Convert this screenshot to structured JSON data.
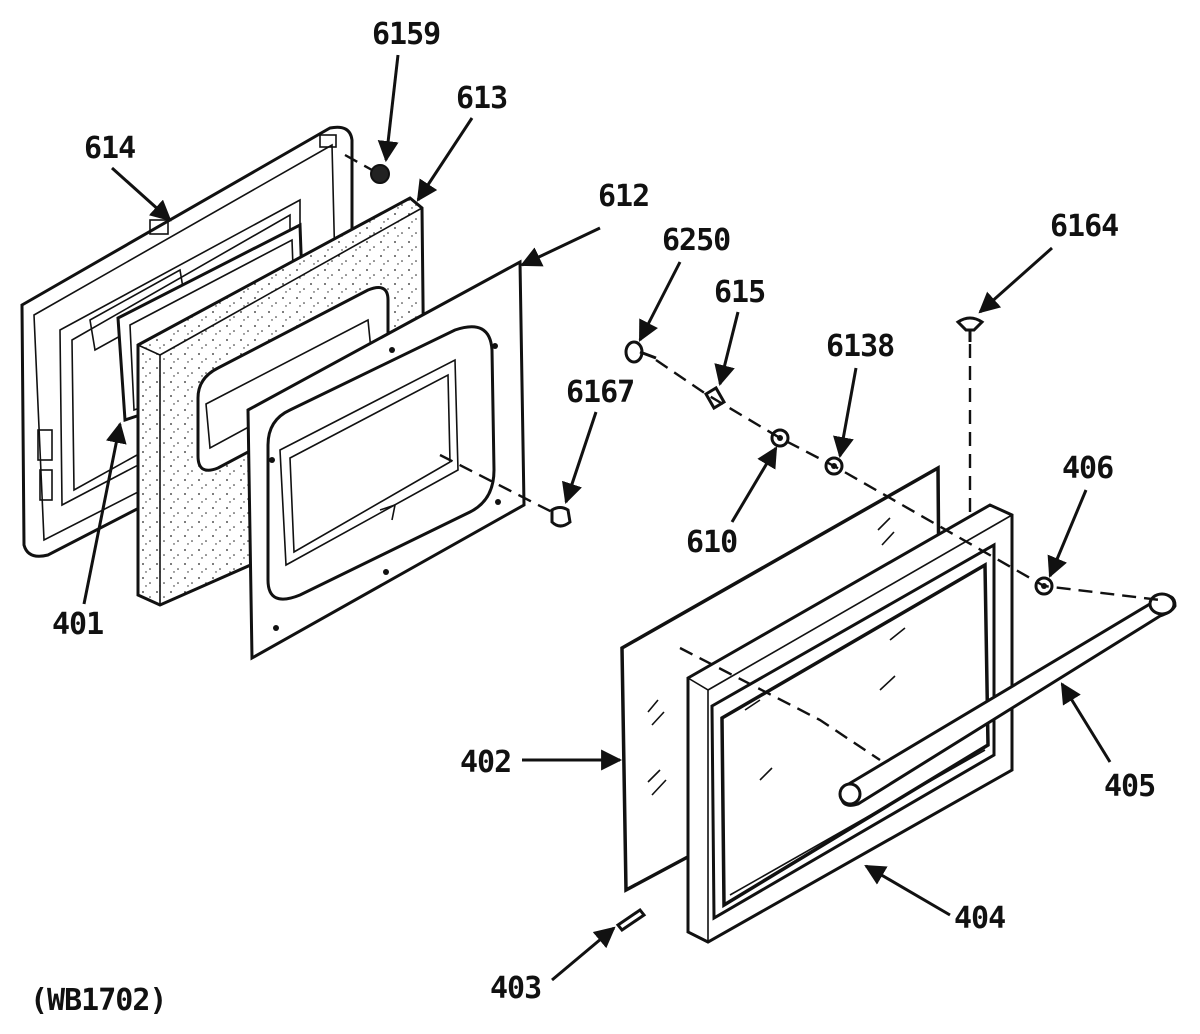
{
  "diagram_code": "(WB1702)",
  "labels": {
    "p6159": "6159",
    "p613": "613",
    "p614": "614",
    "p612": "612",
    "p6250": "6250",
    "p615": "615",
    "p6164": "6164",
    "p6138": "6138",
    "p6167": "6167",
    "p406": "406",
    "p610": "610",
    "p401": "401",
    "p402": "402",
    "p405": "405",
    "p404": "404",
    "p403": "403"
  }
}
